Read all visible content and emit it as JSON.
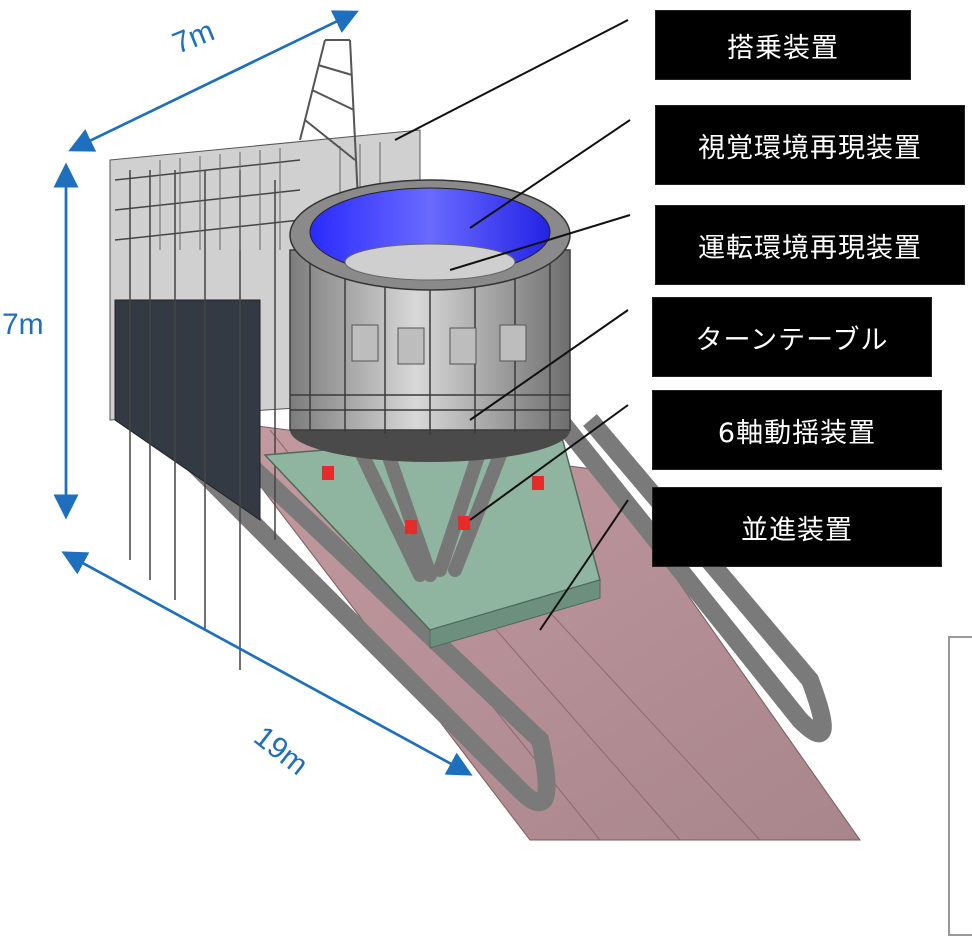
{
  "labels": [
    "搭乗装置",
    "視覚環境再現装置",
    "運転環境再現装置",
    "ターンテーブル",
    "6軸動揺装置",
    "並進装置"
  ],
  "dimensions": {
    "width_top": "7m",
    "height_side": "7m",
    "length_diag": "19m"
  },
  "colors": {
    "dimension": "#1f6fbf",
    "label_bg": "#000000",
    "label_text": "#ffffff",
    "screen_blue": "#3d3dff",
    "platform_green": "#8fb5a0",
    "rail_pink": "#b88f96",
    "frame_gray": "#9a9a9a"
  }
}
